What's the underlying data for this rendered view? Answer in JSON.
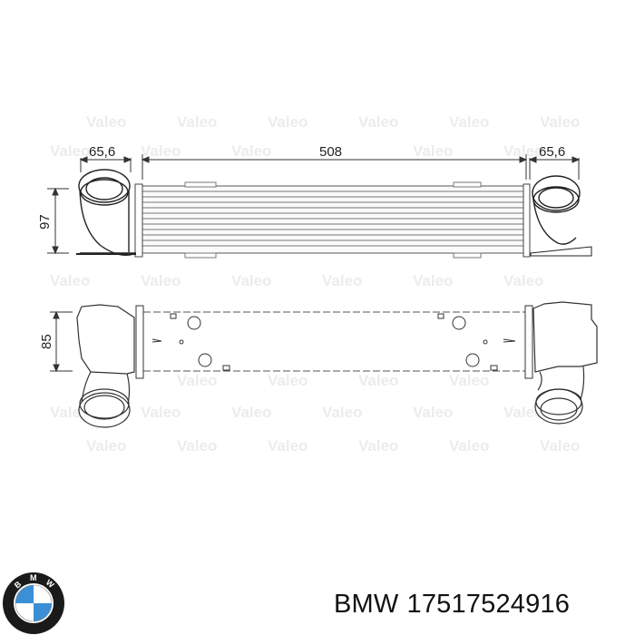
{
  "drawing": {
    "watermark_text": "Valeo",
    "top_view": {
      "dim_left_width": "65,6",
      "dim_core_length": "508",
      "dim_right_width": "65,6",
      "dim_height": "97"
    },
    "bottom_view": {
      "dim_height": "85"
    }
  },
  "caption": {
    "brand": "BMW",
    "part_number": "17517524916"
  },
  "logo": {
    "letters": [
      "B",
      "M",
      "W"
    ],
    "colors": {
      "ring": "#1a1a1a",
      "blue": "#3a8fd6",
      "white": "#ffffff"
    }
  }
}
